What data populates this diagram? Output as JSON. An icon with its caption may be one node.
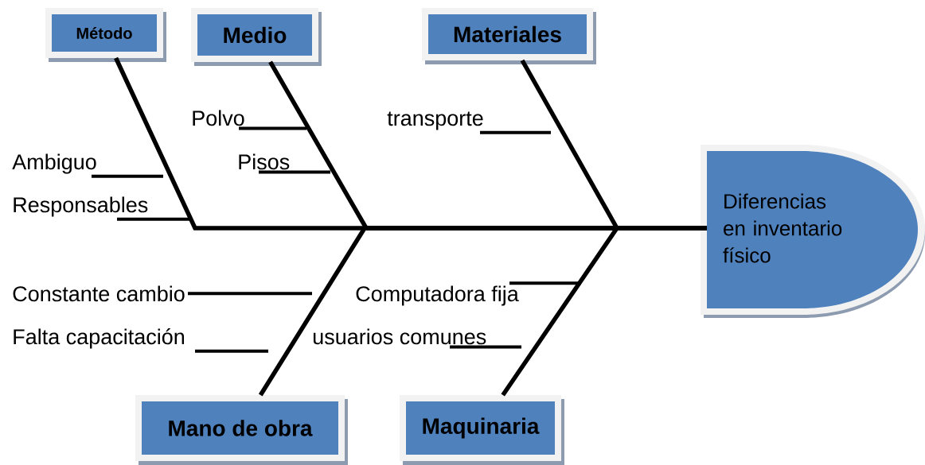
{
  "diagram": {
    "nodes": [
      {
        "text": [
          "Método"
        ]
      },
      {
        "text": [
          "Medio"
        ]
      },
      {
        "text": [
          "Materiales"
        ]
      },
      {
        "text": [
          "Polvo"
        ]
      },
      {
        "text": [
          "transporte"
        ]
      },
      {
        "text": [
          "Ambiguo"
        ]
      },
      {
        "text": [
          "Pisos"
        ]
      },
      {
        "text": [
          "Responsables"
        ]
      },
      {
        "text": [
          "Diferencias en inventario físico"
        ]
      },
      {
        "text": [
          "Constante cambio"
        ]
      },
      {
        "text": [
          "Computadora fija"
        ]
      },
      {
        "text": [
          "Falta capacitación"
        ]
      },
      {
        "text": [
          "usuarios comunes"
        ]
      },
      {
        "text": [
          "Mano de obra"
        ]
      },
      {
        "text": [
          "Maquinaria"
        ]
      }
    ],
    "edges": [
      {
        "from": 0,
        "to": 8,
        "arrow": "none"
      },
      {
        "from": 1,
        "to": 8,
        "arrow": "none"
      },
      {
        "from": 2,
        "to": 8,
        "arrow": "none"
      },
      {
        "from": 13,
        "to": 8,
        "arrow": "none"
      },
      {
        "from": 14,
        "to": 8,
        "arrow": "none"
      },
      {
        "from": 3,
        "to": null,
        "arrow": "none"
      },
      {
        "from": 4,
        "to": null,
        "arrow": "none"
      },
      {
        "from": 5,
        "to": null,
        "arrow": "none"
      },
      {
        "from": 6,
        "to": null,
        "arrow": "none"
      },
      {
        "from": 7,
        "to": null,
        "arrow": "none"
      },
      {
        "from": 9,
        "to": null,
        "arrow": "none"
      },
      {
        "from": 10,
        "to": null,
        "arrow": "none"
      },
      {
        "from": 11,
        "to": null,
        "arrow": "none"
      },
      {
        "from": 12,
        "to": null,
        "arrow": "none"
      }
    ]
  }
}
